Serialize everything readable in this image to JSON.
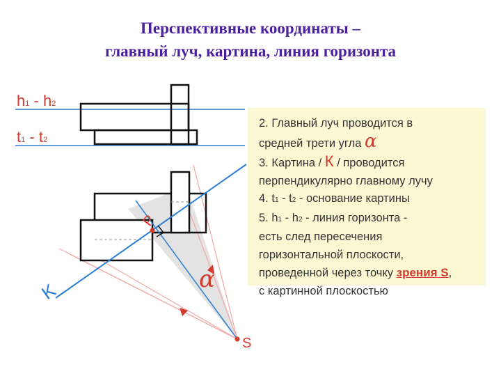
{
  "title": {
    "line1": "Перспективные координаты –",
    "line2": "главный луч, картина, линия горизонта"
  },
  "labels": {
    "h1": "h",
    "h1_sub": "1",
    "dash1": " - ",
    "h2": "h",
    "h2_sub": "2",
    "t1": "t",
    "t1_sub": "1",
    "dash2": " - ",
    "t2": "t",
    "t2_sub": "2",
    "P": "P",
    "K": "K",
    "S": "S",
    "alpha": "α"
  },
  "note": {
    "l1": "2. Главный луч проводится в",
    "l2a": "средней трети угла",
    "alpha": "α",
    "l3a": "3. Картина /",
    "l3k": "К",
    "l3b": "/  проводится",
    "l4": "перпендикулярно главному лучу",
    "l5a": "4. t",
    "l5s1": "1",
    "l5b": " - t",
    "l5s2": "2",
    "l5c": " - основание картины",
    "l6a": "5. h",
    "l6s1": "1",
    "l6b": " - h",
    "l6s2": "2",
    "l6c": " - линия горизонта -",
    "l7": "есть след пересечения",
    "l8": "горизонтальной плоскости,",
    "l9a": "проведенной через точку",
    "l9b": "зрения S",
    "l9c": ",",
    "l10": "с картинной плоскостью"
  },
  "colors": {
    "title": "#4a1f9c",
    "accent_red": "#d43a2c",
    "blue_lines": "#2a7fd4",
    "note_bg": "#fdf8d4",
    "pink_lines": "#f2a8a8"
  }
}
